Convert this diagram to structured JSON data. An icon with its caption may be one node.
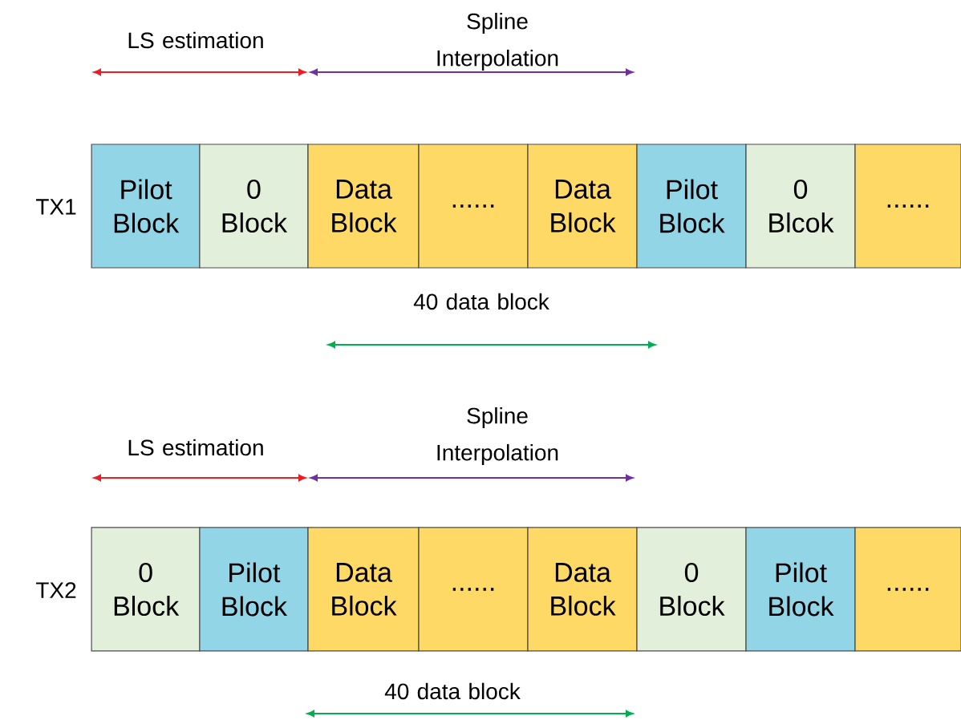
{
  "diagram": {
    "nodes": [
      {
        "text": [
          "Pilot Block"
        ]
      },
      {
        "text": [
          "0 Block"
        ]
      },
      {
        "text": [
          "Data Block"
        ]
      },
      {
        "text": [
          "......"
        ]
      },
      {
        "text": [
          "Data Block"
        ]
      },
      {
        "text": [
          "Pilot Block"
        ]
      },
      {
        "text": [
          "0 Blcok"
        ]
      },
      {
        "text": [
          "......"
        ]
      },
      {
        "text": [
          "0 Block"
        ]
      },
      {
        "text": [
          "Pilot Block"
        ]
      },
      {
        "text": [
          "Data Block"
        ]
      },
      {
        "text": [
          "......"
        ]
      },
      {
        "text": [
          "Data Block"
        ]
      },
      {
        "text": [
          "0 Block"
        ]
      },
      {
        "text": [
          "Pilot Block"
        ]
      },
      {
        "text": [
          "......"
        ]
      }
    ],
    "labels": [
      "LS  estimation",
      "Spline Interpolation",
      "TX1",
      "40 data block",
      "LS estimation",
      "Spline Interpolation",
      "TX2",
      "40 data block"
    ]
  }
}
